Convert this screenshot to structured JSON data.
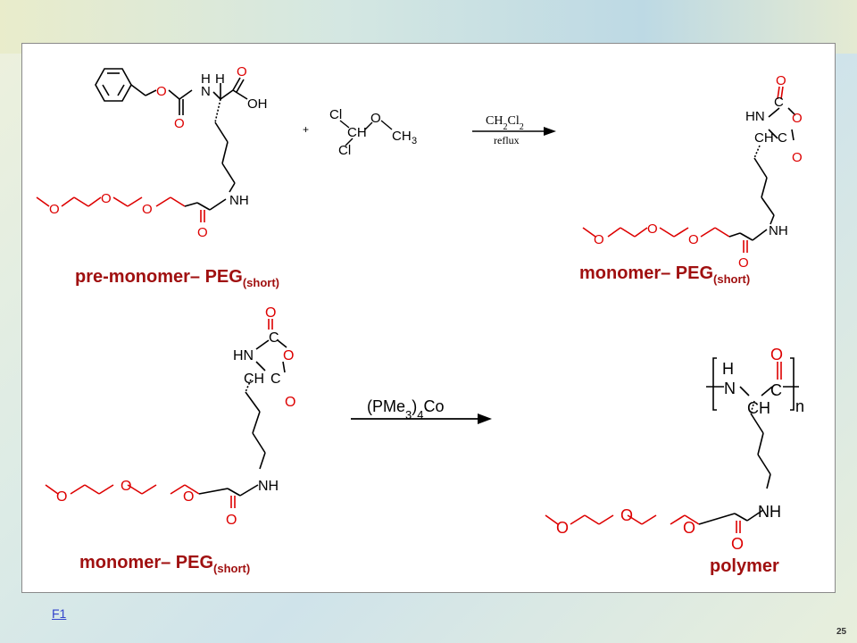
{
  "labels": {
    "pre_monomer": "pre-monomer– PEG",
    "monomer": "monomer– PEG",
    "subscript": "(short)",
    "polymer": "polymer"
  },
  "reagents": {
    "solvent": "CH2Cl2",
    "condition": "reflux",
    "catalyst": "(PMe3)4Co"
  },
  "footer": {
    "link": "F1",
    "page_number": "25"
  },
  "colors": {
    "oxygen_red": "#dd0000",
    "label_red": "#a01010",
    "bond_black": "#000000"
  }
}
